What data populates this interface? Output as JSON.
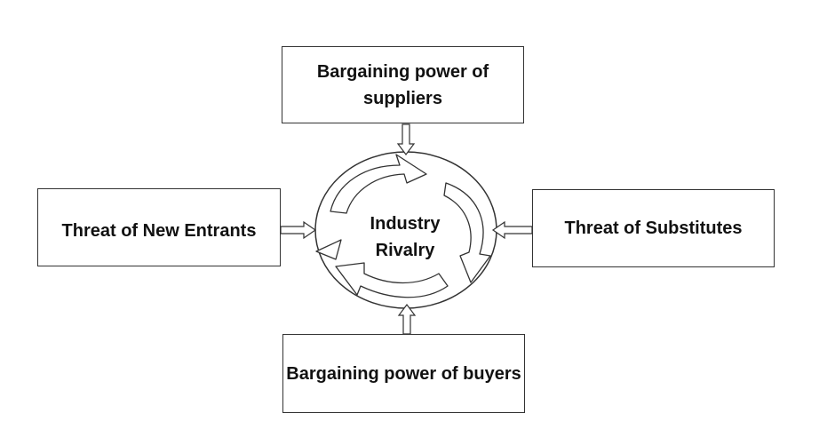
{
  "diagram": {
    "center": {
      "label_line1": "Industry",
      "label_line2": "Rivalry"
    },
    "suppliers": {
      "label": "Bargaining power of suppliers"
    },
    "buyers": {
      "label": "Bargaining power of buyers"
    },
    "substitutes": {
      "label": "Threat of Substitutes"
    },
    "entrants": {
      "label": "Threat of New Entrants"
    }
  }
}
